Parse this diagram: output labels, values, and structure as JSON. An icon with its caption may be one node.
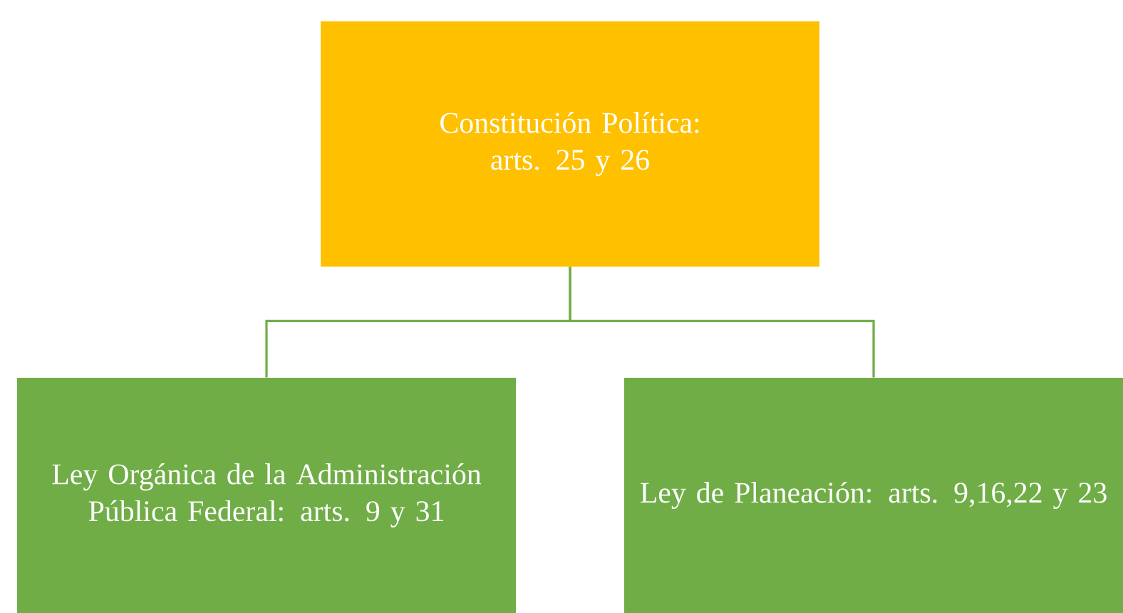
{
  "diagram": {
    "nodes": [
      {
        "text": [
          "Constitución Política: arts. 25 y 26"
        ]
      },
      {
        "text": [
          "Ley Orgánica de la Administración Pública Federal: arts. 9 y 31"
        ]
      },
      {
        "text": [
          "Ley de Planeación: arts. 9,16,22 y 23"
        ]
      }
    ],
    "edges": [
      {
        "from": 0,
        "to": 1,
        "arrow": "none"
      },
      {
        "from": 0,
        "to": 2,
        "arrow": "none"
      }
    ]
  }
}
